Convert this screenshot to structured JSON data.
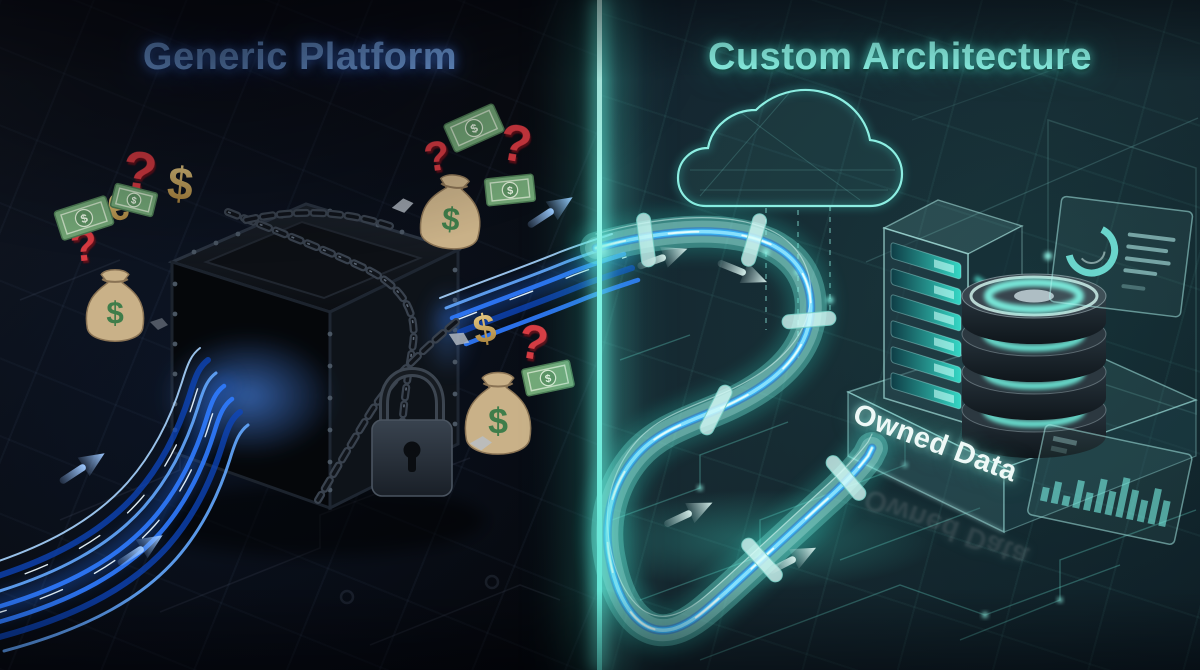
{
  "titles": {
    "left": "Generic Platform",
    "right": "Custom Architecture"
  },
  "platform": {
    "label": "Owned Data"
  },
  "glyphs": {
    "question_mark": "?",
    "dollar_sign": "$",
    "euro_sign": "€"
  },
  "colors": {
    "left_title": "#7cb0f7",
    "right_title": "#8bf5e7",
    "data_stream_blue": "#2f7bff",
    "pipe_teal": "#4de8d6",
    "divider_glow": "#9ffcf0",
    "question_red": "#d93a43",
    "money_green": "#6ba871",
    "money_bag_tan": "#c9b188",
    "gold": "#c9a45c",
    "left_background": "#0b0f16",
    "right_background": "#152530"
  }
}
